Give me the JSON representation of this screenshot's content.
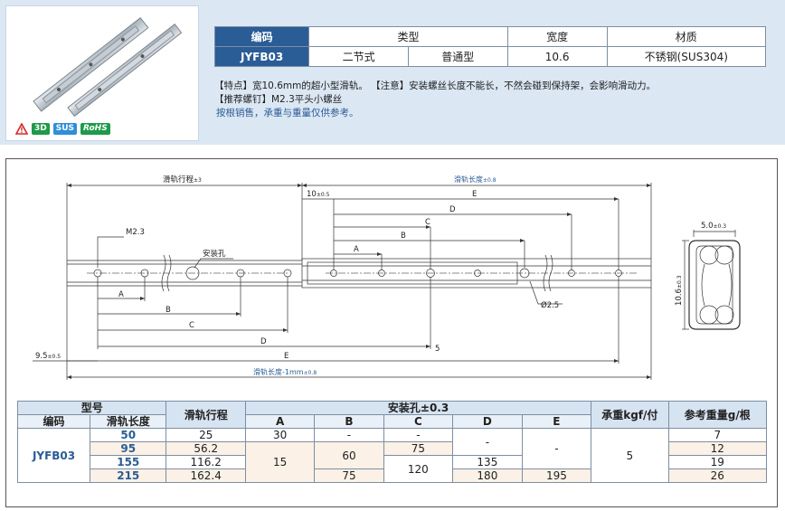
{
  "spec_table": {
    "headers": [
      "编码",
      "类型",
      "宽度",
      "材质"
    ],
    "row": {
      "code": "JYFB03",
      "type1": "二节式",
      "type2": "普通型",
      "width": "10.6",
      "material": "不锈钢(SUS304)"
    }
  },
  "badges": {
    "b3d": "3D",
    "sus": "SUS",
    "rohs": "RoHS"
  },
  "notes": {
    "line1": "【特点】宽10.6mm的超小型滑轨。  【注意】安装螺丝长度不能长，不然会碰到保持架，会影响滑动力。",
    "line2": "【推荐螺钉】M2.3平头小螺丝",
    "line3": "按根销售，承重与重量仅供参考。"
  },
  "drawing": {
    "stroke_label": "滑轨行程",
    "stroke_tol": "±3",
    "length_label": "滑轨长度",
    "length_tol": "±0.8",
    "len_minus_label": "滑轨长度-1mm",
    "dim_10": "10",
    "dim_10_tol": "±0.5",
    "dim_95": "9.5",
    "dim_95_tol": "±0.5",
    "screw": "M2.3",
    "mount_hole": "安装孔",
    "hole_dia": "Ø2.5",
    "letter_a": "A",
    "letter_b": "B",
    "letter_c": "C",
    "letter_d": "D",
    "letter_e": "E",
    "small5": "5",
    "side_width": "5.0",
    "side_width_tol": "±0.3",
    "side_height": "10.6",
    "side_height_tol": "±0.3"
  },
  "dims_table": {
    "h_model": "型号",
    "h_code": "编码",
    "h_length": "滑轨长度",
    "h_stroke": "滑轨行程",
    "h_holes": "安装孔±0.3",
    "h_a": "A",
    "h_b": "B",
    "h_c": "C",
    "h_d": "D",
    "h_e": "E",
    "h_load": "承重kgf/付",
    "h_weight": "参考重量g/根",
    "code": "JYFB03",
    "rows": [
      {
        "length": "50",
        "stroke": "25",
        "a": "30",
        "b": "-",
        "c": "-",
        "weight": "7"
      },
      {
        "length": "95",
        "stroke": "56.2",
        "c": "75",
        "weight": "12"
      },
      {
        "length": "155",
        "stroke": "116.2",
        "d": "135",
        "weight": "19"
      },
      {
        "length": "215",
        "stroke": "162.4",
        "b": "75",
        "d": "180",
        "e": "195",
        "weight": "26"
      }
    ],
    "a_merged": "15",
    "b_merged": "60",
    "c_merged": "120",
    "d_top": "-",
    "e_top": "-",
    "load": "5"
  }
}
